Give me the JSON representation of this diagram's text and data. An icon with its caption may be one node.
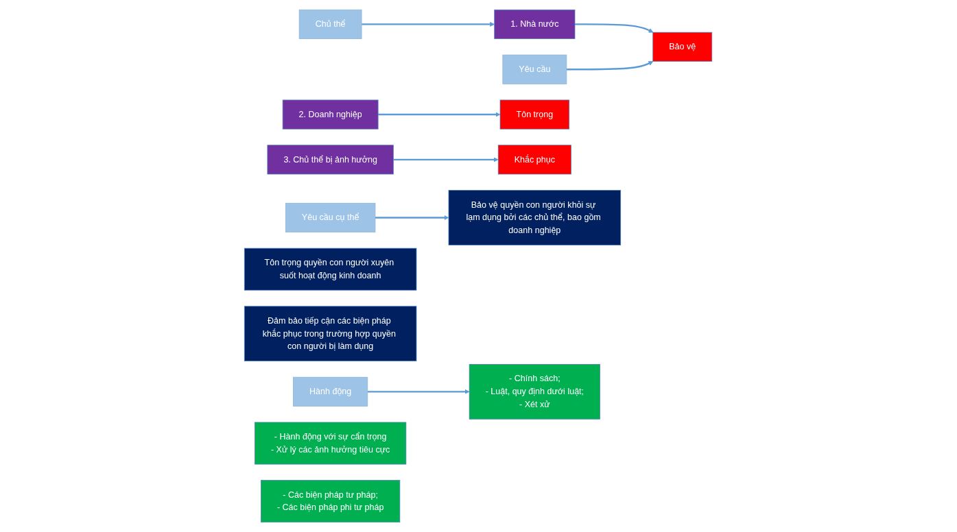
{
  "diagram": {
    "nodes": [
      {
        "text": [
          "Chủ thể"
        ]
      },
      {
        "text": [
          "1. Nhà nước"
        ]
      },
      {
        "text": [
          "2. Doanh nghiệp"
        ]
      },
      {
        "text": [
          "3. Chủ thể bị ảnh hưởng"
        ]
      },
      {
        "text": [
          "Yêu cầu"
        ]
      },
      {
        "text": [
          "Bảo vệ"
        ]
      },
      {
        "text": [
          "Tôn trọng"
        ]
      },
      {
        "text": [
          "Khắc phục"
        ]
      },
      {
        "text": [
          "Yêu cầu cụ thể"
        ]
      },
      {
        "text": [
          "Bảo vệ quyền con người khỏi sự lạm dụng bởi các chủ thể, bao gồm doanh nghiệp"
        ]
      },
      {
        "text": [
          "Tôn trọng quyền con người xuyên suốt hoạt động kinh doanh"
        ]
      },
      {
        "text": [
          "Đảm bảo tiếp cận các biện pháp khắc phục trong trường hợp quyền con người bị làm dụng"
        ]
      },
      {
        "text": [
          "Hành động"
        ]
      },
      {
        "text": [
          "- Chính sách;",
          "- Luật, quy định dưới luật;",
          "- Xét xử"
        ]
      },
      {
        "text": [
          "- Hành động với sự cẩn trọng",
          "- Xử lý các ảnh hưởng tiêu cực"
        ]
      },
      {
        "text": [
          "- Các biện pháp tư pháp;",
          "- Các biện pháp phi tư pháp"
        ]
      }
    ],
    "edges": [
      {
        "from": 0,
        "to": 1,
        "arrow": "to"
      },
      {
        "from": 1,
        "to": 5,
        "arrow": "to"
      },
      {
        "from": 2,
        "to": 6,
        "arrow": "to"
      },
      {
        "from": 3,
        "to": 7,
        "arrow": "to"
      },
      {
        "from": 4,
        "to": 5,
        "arrow": "to"
      },
      {
        "from": 8,
        "to": 9,
        "arrow": "to"
      },
      {
        "from": 12,
        "to": 13,
        "arrow": "to"
      }
    ]
  }
}
